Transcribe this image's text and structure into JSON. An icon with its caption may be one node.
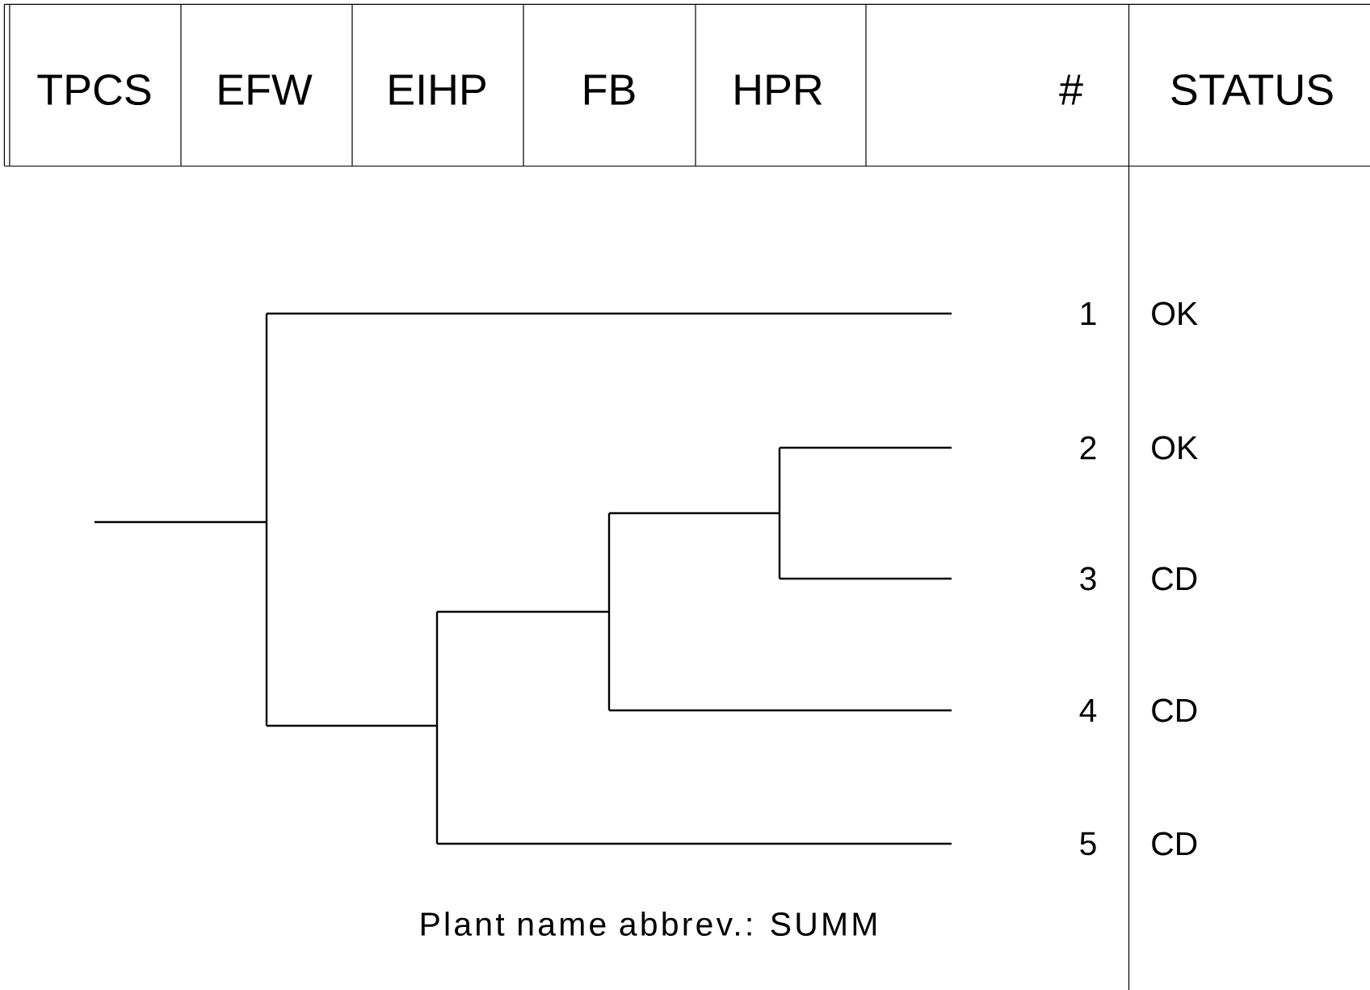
{
  "diagram": {
    "labels": [
      "TPCS",
      "EFW",
      "EIHP",
      "FB",
      "HPR",
      "#",
      "STATUS",
      "1",
      "OK",
      "2",
      "OK",
      "3",
      "CD",
      "4",
      "CD",
      "5",
      "CD",
      "Plant name abbrev.: SUMM"
    ]
  }
}
